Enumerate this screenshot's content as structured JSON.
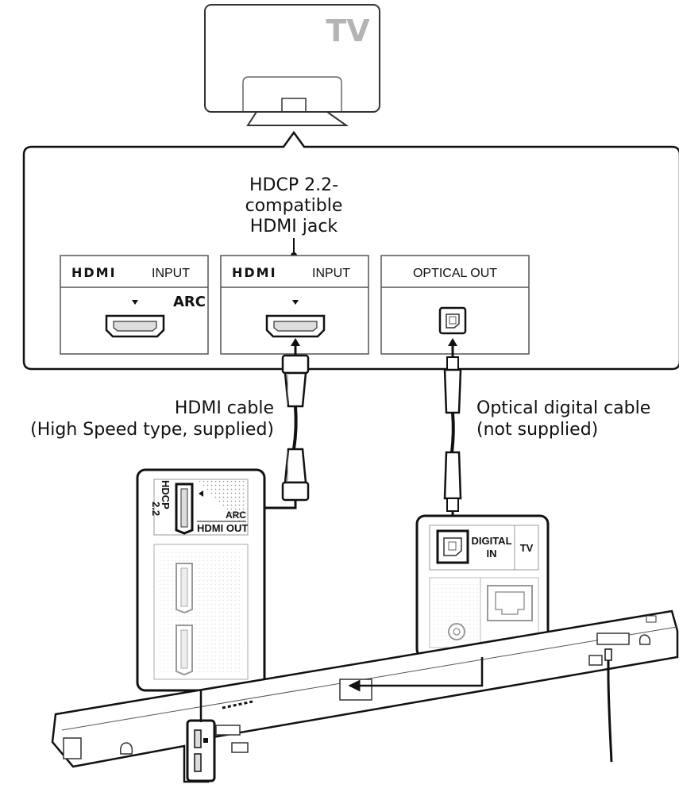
{
  "tv": {
    "label": "TV"
  },
  "callout": {
    "line1": "HDCP 2.2-",
    "line2": "compatible",
    "line3": "HDMI jack"
  },
  "tv_ports": [
    {
      "logo": "HDMI",
      "label": "INPUT",
      "sub": "ARC"
    },
    {
      "logo": "HDMI",
      "label": "INPUT",
      "sub": ""
    },
    {
      "logo": "",
      "label": "OPTICAL OUT",
      "sub": ""
    }
  ],
  "cables": {
    "hdmi_line1": "HDMI cable",
    "hdmi_line2": "(High Speed type, supplied)",
    "optical_line1": "Optical digital cable",
    "optical_line2": "(not supplied)"
  },
  "soundbar_left_panel": {
    "hdcp_line1": "HDCP",
    "hdcp_line2": "2.2",
    "arc": "ARC",
    "hdmi_out": "HDMI OUT"
  },
  "soundbar_right_panel": {
    "digital_line1": "DIGITAL",
    "digital_line2": "IN",
    "tv": "TV"
  },
  "icons": [
    "tv-icon",
    "hdmi-port-icon",
    "optical-port-icon",
    "ethernet-port-icon",
    "analog-jack-icon",
    "soundbar-icon"
  ]
}
